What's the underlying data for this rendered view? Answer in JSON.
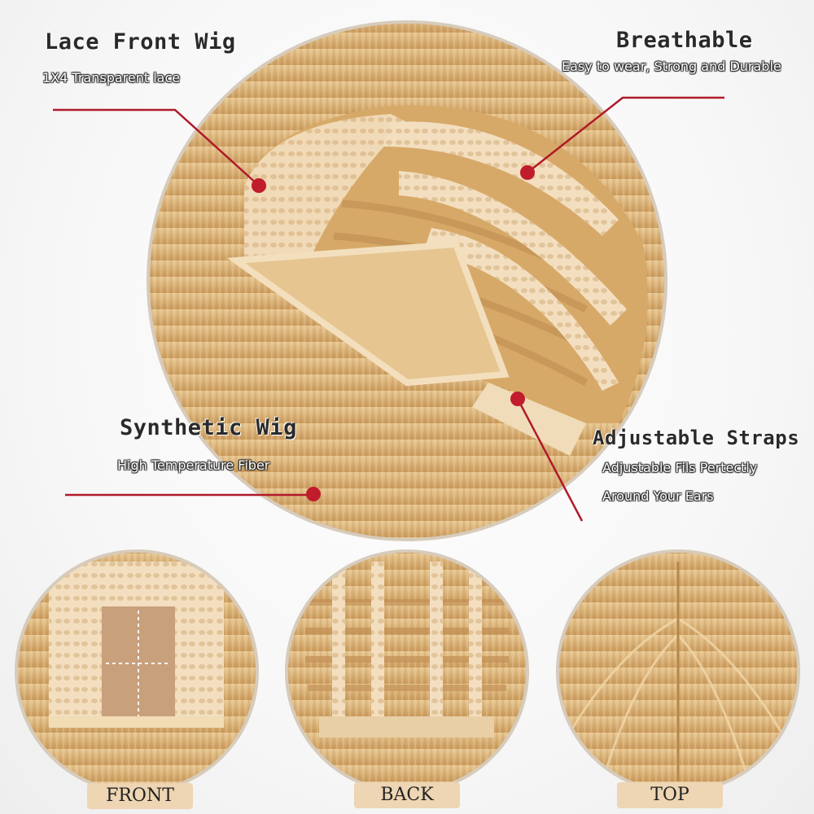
{
  "callouts": {
    "lace_front": {
      "title": "Lace Front Wig",
      "subtitle": "1X4 Transparent lace"
    },
    "breathable": {
      "title": "Breathable",
      "subtitle": "Easy to wear, Strong and Durable"
    },
    "synthetic": {
      "title": "Synthetic Wig",
      "subtitle": "High Temperature Fiber"
    },
    "straps": {
      "title": "Adjustable Straps",
      "subtitle_line1": "Adjustable Fils Pertectly",
      "subtitle_line2": "Around Your Ears"
    }
  },
  "views": {
    "front": "FRONT",
    "back": "BACK",
    "top": "TOP"
  },
  "colors": {
    "callout_line": "#b01a2a",
    "callout_dot": "#c01c2c",
    "hair": "#d9b27a",
    "lace": "#f3dfc0",
    "tag_bg": "#eed5b3"
  }
}
